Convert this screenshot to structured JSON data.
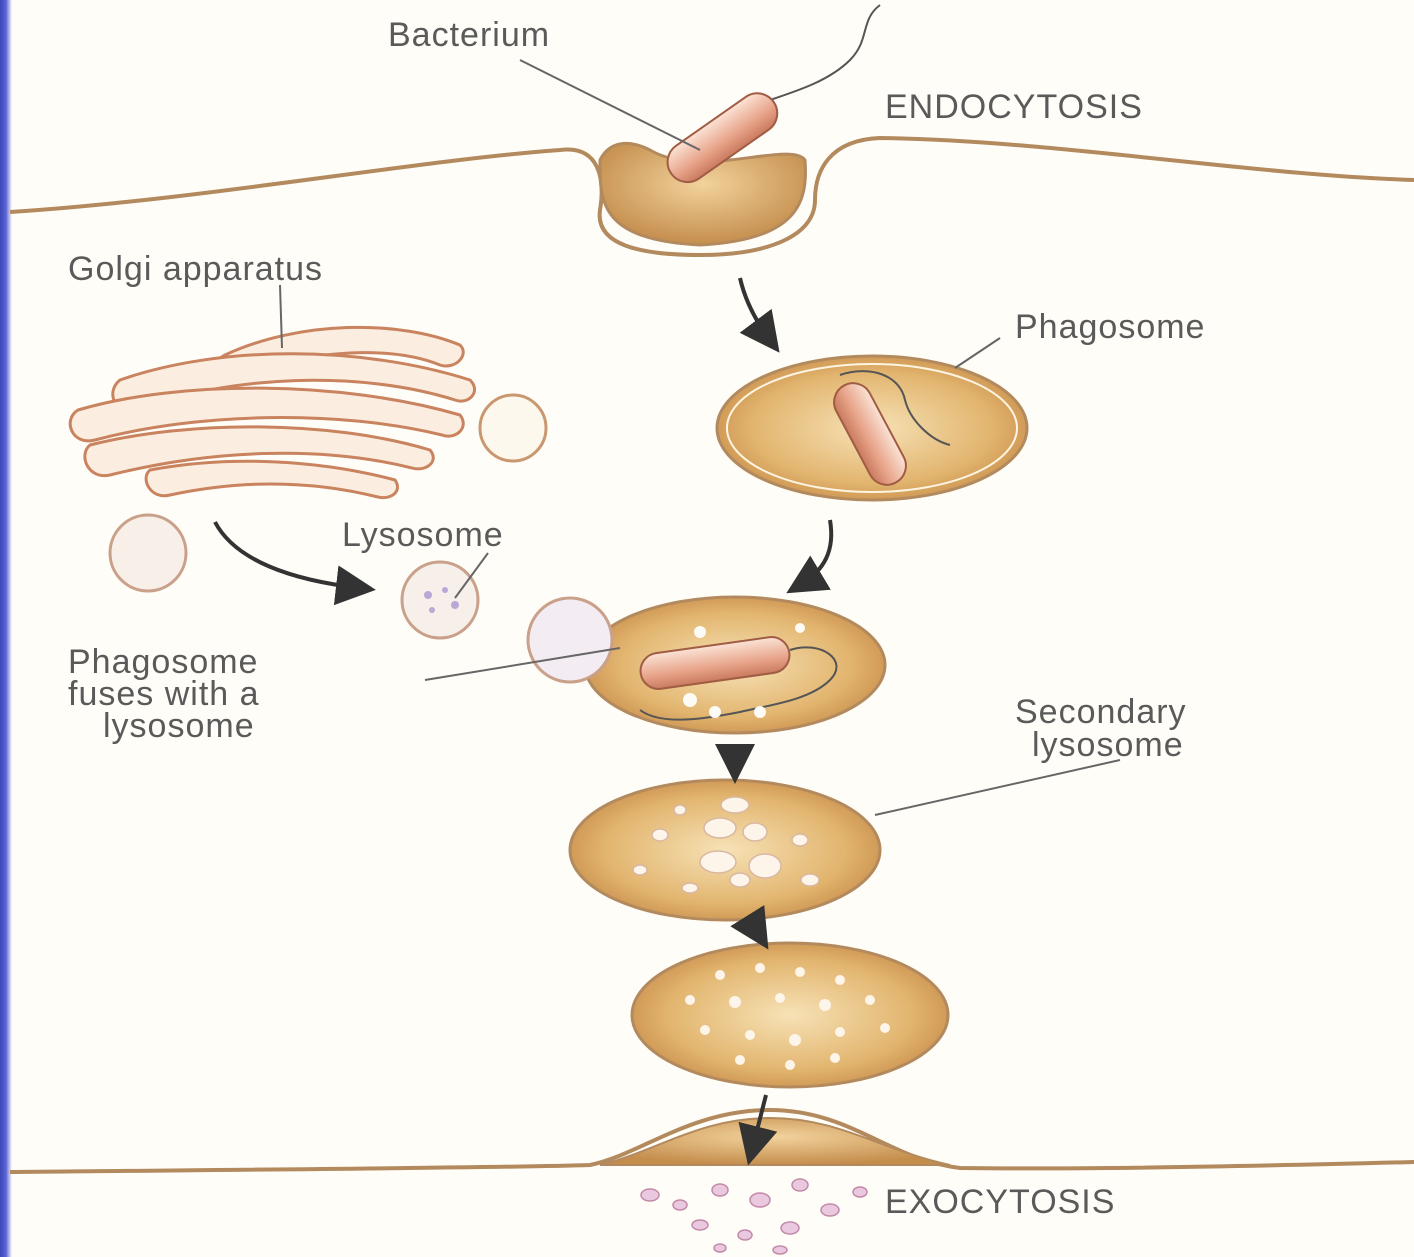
{
  "labels": {
    "bacterium": "Bacterium",
    "endocytosis": "ENDOCYTOSIS",
    "golgi": "Golgi apparatus",
    "phagosome": "Phagosome",
    "lysosome": "Lysosome",
    "fusion_line1": "Phagosome",
    "fusion_line2": "fuses with a",
    "fusion_line3": "lysosome",
    "secondary_line1": "Secondary",
    "secondary_line2": "lysosome",
    "exocytosis": "EXOCYTOSIS"
  },
  "colors": {
    "background": "#fffdf7",
    "membrane": "#b38a5e",
    "vesicle_fill": "#e2b56f",
    "bacterium": "#e8a48a",
    "arrow": "#333333",
    "label_text": "#5a5a5a",
    "slide_edge": "#3b47b8"
  }
}
